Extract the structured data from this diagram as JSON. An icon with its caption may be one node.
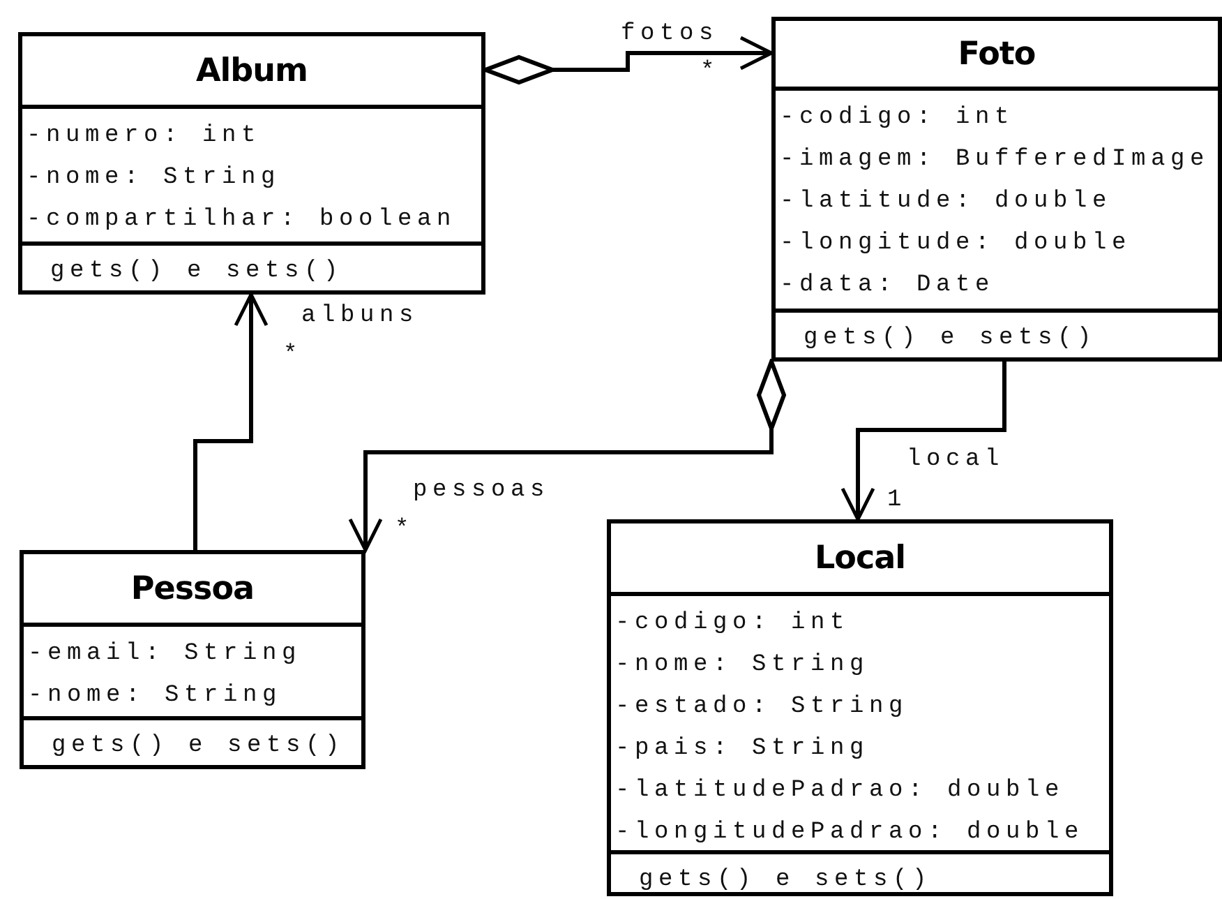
{
  "diagram": {
    "nodes": [
      {
        "text": [
          "Album",
          "-numero: int",
          "-nome: String",
          "-compartilhar: boolean",
          "gets() e sets()"
        ]
      },
      {
        "text": [
          "Foto",
          "-codigo: int",
          "-imagem: BufferedImage",
          "-latitude: double",
          "-longitude: double",
          "-data: Date",
          "gets() e sets()"
        ]
      },
      {
        "text": [
          "Pessoa",
          "-email: String",
          "-nome: String",
          "gets() e sets()"
        ]
      },
      {
        "text": [
          "Local",
          "-codigo: int",
          "-nome: String",
          "-estado: String",
          "-pais: String",
          "-latitudePadrao: double",
          "-longitudePadrao: double",
          "gets() e sets()"
        ]
      }
    ],
    "edges": [
      {
        "from": 0,
        "to": 1,
        "arrow": "to",
        "label": "fotos"
      },
      {
        "from": 2,
        "to": 0,
        "arrow": "to",
        "label": "albuns"
      },
      {
        "from": 1,
        "to": 2,
        "arrow": "to",
        "label": "pessoas"
      },
      {
        "from": 1,
        "to": 3,
        "arrow": "to",
        "label": "local"
      }
    ],
    "labels": [
      "*",
      "*",
      "1",
      "*"
    ]
  }
}
